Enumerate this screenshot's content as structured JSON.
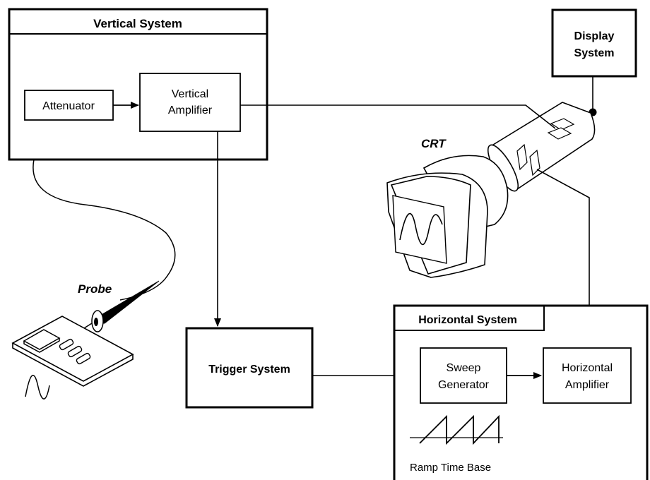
{
  "vertical_system": {
    "title": "Vertical System",
    "attenuator": "Attenuator",
    "amplifier_line1": "Vertical",
    "amplifier_line2": "Amplifier"
  },
  "display_system": {
    "line1": "Display",
    "line2": "System"
  },
  "crt_label": "CRT",
  "probe_label": "Probe",
  "trigger_system": "Trigger System",
  "horizontal_system": {
    "title": "Horizontal System",
    "sweep_line1": "Sweep",
    "sweep_line2": "Generator",
    "amp_line1": "Horizontal",
    "amp_line2": "Amplifier",
    "ramp_label": "Ramp Time Base"
  }
}
